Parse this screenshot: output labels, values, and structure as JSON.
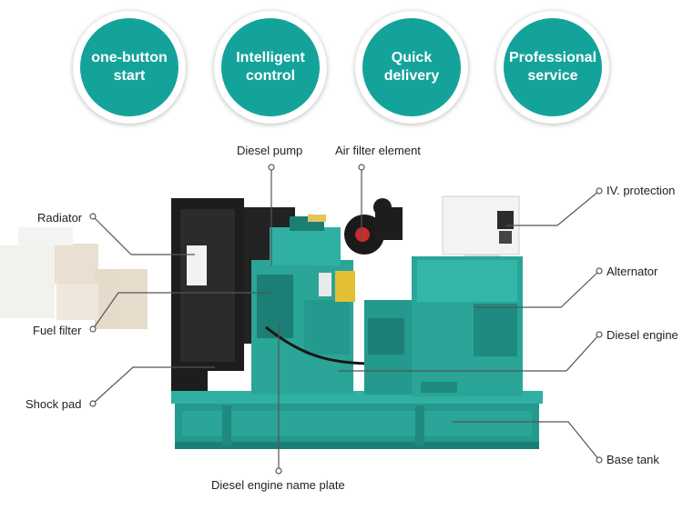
{
  "features": [
    {
      "text": "one-button\nstart"
    },
    {
      "text": "Intelligent\ncontrol"
    },
    {
      "text": "Quick\ndelivery"
    },
    {
      "text": "Professional\nservice"
    }
  ],
  "callouts": {
    "diesel_pump": "Diesel pump",
    "air_filter": "Air filter element",
    "protection": "IV. protection",
    "radiator": "Radiator",
    "alternator": "Alternator",
    "fuel_filter": "Fuel filter",
    "diesel_engine": "Diesel engine",
    "shock_pad": "Shock pad",
    "base_tank": "Base tank",
    "name_plate": "Diesel engine name plate"
  },
  "colors": {
    "teal": "#14a39a",
    "machine": "#2aa597",
    "machine_dark": "#1c7f75",
    "radiator": "#1d1d1d",
    "line": "#555555"
  }
}
